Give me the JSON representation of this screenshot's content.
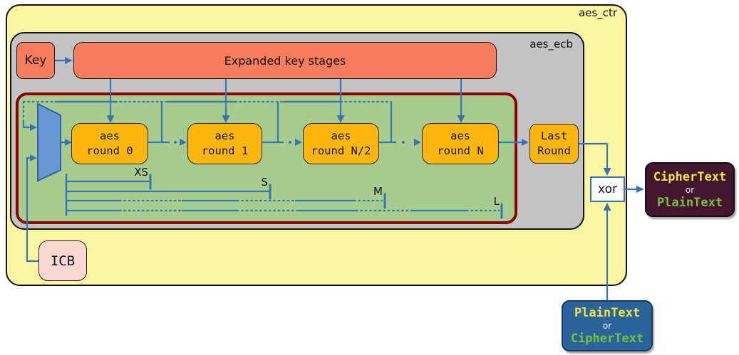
{
  "diagram": {
    "outer_container_label": "aes_ctr",
    "inner_container_label": "aes_ecb",
    "key": {
      "label": "Key"
    },
    "expanded_key": {
      "label": "Expanded key stages"
    },
    "rounds": [
      {
        "line1": "aes",
        "line2": "round 0"
      },
      {
        "line1": "aes",
        "line2": "round 1"
      },
      {
        "line1": "aes",
        "line2": "round N/2"
      },
      {
        "line1": "aes",
        "line2": "round N"
      }
    ],
    "last_round": {
      "line1": "Last",
      "line2": "Round"
    },
    "icb": {
      "label": "ICB"
    },
    "xor": {
      "label": "xor"
    },
    "key_sizes": {
      "xs": "XS",
      "s": "S",
      "m": "M",
      "l": "L"
    },
    "output_box": {
      "line1": "CipherText",
      "line2": "or",
      "line3": "PlainText"
    },
    "input_box": {
      "line1": "PlainText",
      "line2": "or",
      "line3": "CipherText"
    },
    "colors": {
      "outer_bg": "#FAF6A2",
      "ecb_bg": "#C3C3C3",
      "rounds_area_bg": "#A7CC8E",
      "rounds_area_border": "#8D0101",
      "key_stage_fill": "#F87D5C",
      "round_fill": "#FDB60D",
      "icb_fill": "#FBD9D2",
      "wire_blue": "#3B73B9",
      "mux_fill": "#6497D3",
      "output_box_bg": "#44152C",
      "input_box_bg": "#2B649D",
      "ciphertext_text": "#F4E33D",
      "plaintext_text": "#70C43A"
    }
  }
}
